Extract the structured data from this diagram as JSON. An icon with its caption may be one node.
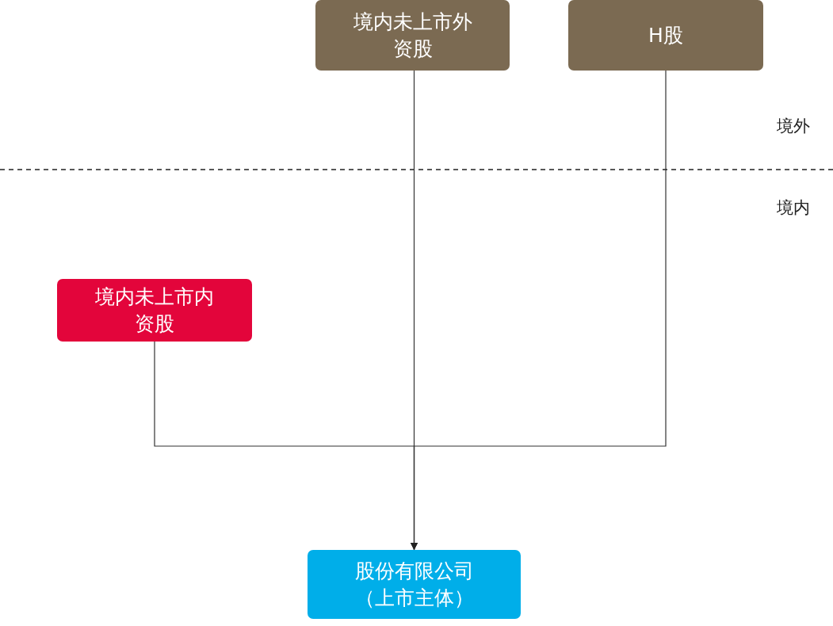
{
  "diagram": {
    "nodes": [
      {
        "text": [
          "境内未上市外资股"
        ]
      },
      {
        "text": [
          "H股"
        ]
      },
      {
        "text": [
          "境内未上市内资股"
        ]
      },
      {
        "text": [
          "股份有限公司（上市主体）"
        ]
      }
    ],
    "edges": [
      {
        "from": 0,
        "to": 3,
        "arrow": "to"
      },
      {
        "from": 1,
        "to": 3,
        "arrow": "to"
      },
      {
        "from": 2,
        "to": 3,
        "arrow": "to"
      }
    ],
    "labels": [
      "境外",
      "境内"
    ]
  }
}
